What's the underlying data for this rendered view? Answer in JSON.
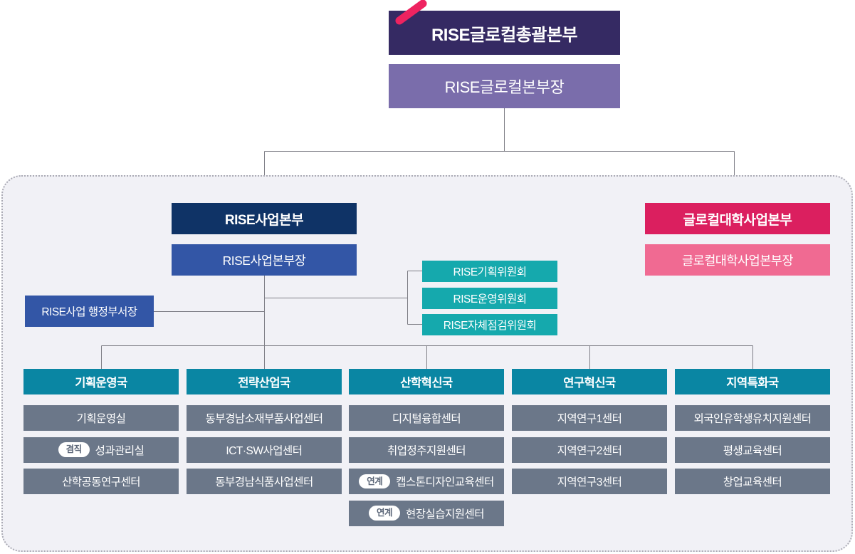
{
  "palette": {
    "root_title_bg": "#352A63",
    "root_head_bg": "#7A6DAB",
    "accent_slash": "#EE2360",
    "rise_title_bg": "#0F3366",
    "rise_head_bg": "#3356A6",
    "glocal_title_bg": "#DB1F5F",
    "glocal_head_bg": "#F06A92",
    "committee_bg": "#15A9AD",
    "dept_header_bg": "#0A86A3",
    "unit_bg": "#6B7789",
    "container_bg": "#F1F1F6",
    "connector": "#7E7E86"
  },
  "root": {
    "title": "RISE글로컬총괄본부",
    "head": "RISE글로컬본부장"
  },
  "divisions": {
    "rise": {
      "title": "RISE사업본부",
      "head": "RISE사업본부장",
      "admin": "RISE사업 행정부서장"
    },
    "glocal": {
      "title": "글로컬대학사업본부",
      "head": "글로컬대학사업본부장"
    }
  },
  "committees": [
    "RISE기획위원회",
    "RISE운영위원회",
    "RISE자체점검위원회"
  ],
  "departments": [
    {
      "name": "기획운영국",
      "units": [
        {
          "label": "기획운영실"
        },
        {
          "badge": "겸직",
          "label": "성과관리실"
        },
        {
          "label": "산학공동연구센터"
        }
      ]
    },
    {
      "name": "전략산업국",
      "units": [
        {
          "label": "동부경남소재부품사업센터"
        },
        {
          "label": "ICT·SW사업센터"
        },
        {
          "label": "동부경남식품사업센터"
        }
      ]
    },
    {
      "name": "산학혁신국",
      "units": [
        {
          "label": "디지털융합센터"
        },
        {
          "label": "취업정주지원센터"
        },
        {
          "badge": "연계",
          "label": "캡스톤디자인교육센터"
        },
        {
          "badge": "연계",
          "label": "현장실습지원센터"
        }
      ]
    },
    {
      "name": "연구혁신국",
      "units": [
        {
          "label": "지역연구1센터"
        },
        {
          "label": "지역연구2센터"
        },
        {
          "label": "지역연구3센터"
        }
      ]
    },
    {
      "name": "지역특화국",
      "units": [
        {
          "label": "외국인유학생유치지원센터"
        },
        {
          "label": "평생교육센터"
        },
        {
          "label": "창업교육센터"
        }
      ]
    }
  ]
}
